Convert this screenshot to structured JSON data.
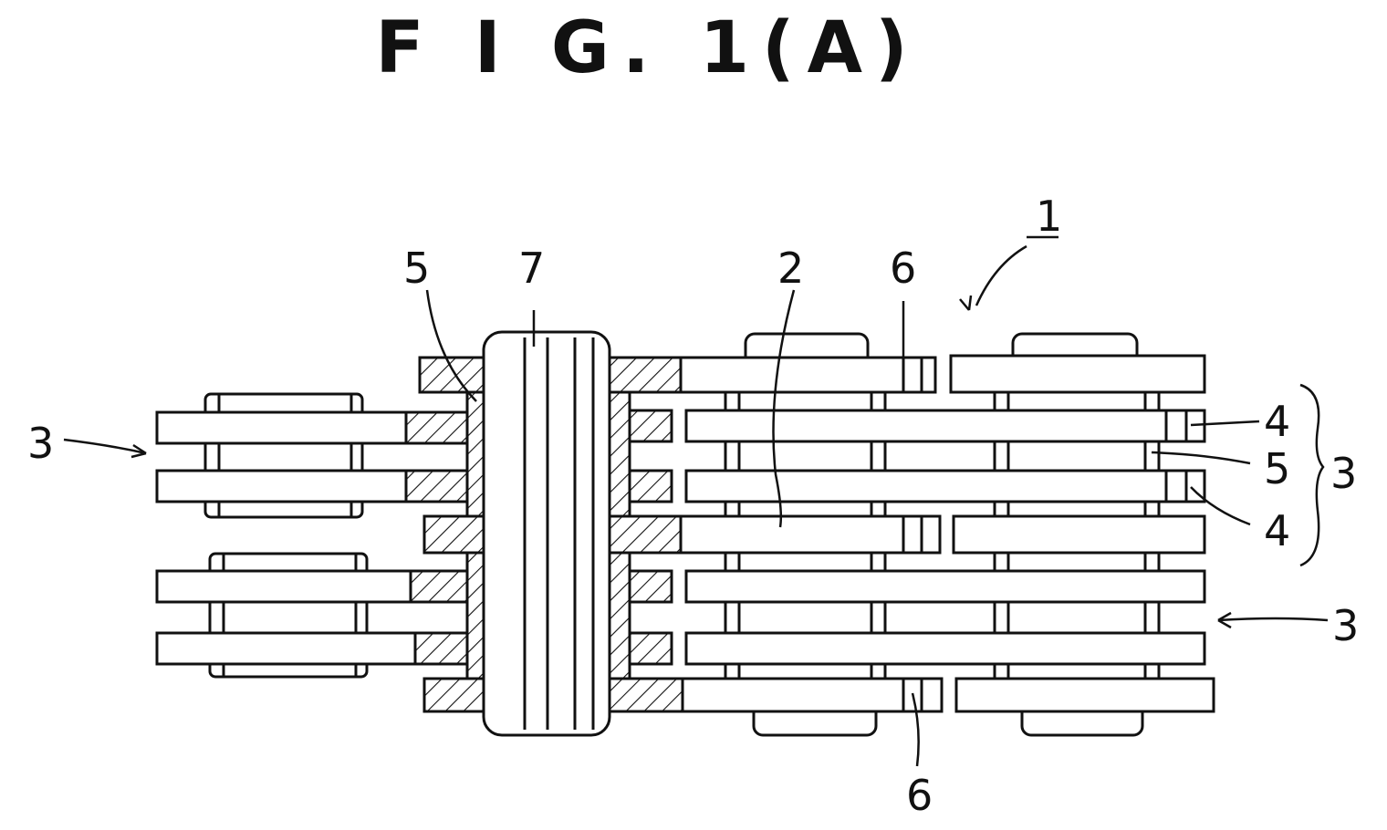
{
  "figure": {
    "title": "F I G. 1(A)"
  },
  "labels": {
    "ref_1": "1",
    "ref_2": "2",
    "ref_3_left": "3",
    "ref_3_bracket": "3",
    "ref_3_right": "3",
    "ref_4_top": "4",
    "ref_4_bottom": "4",
    "ref_5_top": "5",
    "ref_5_right": "5",
    "ref_6_top": "6",
    "ref_6_bottom": "6",
    "ref_7": "7"
  }
}
